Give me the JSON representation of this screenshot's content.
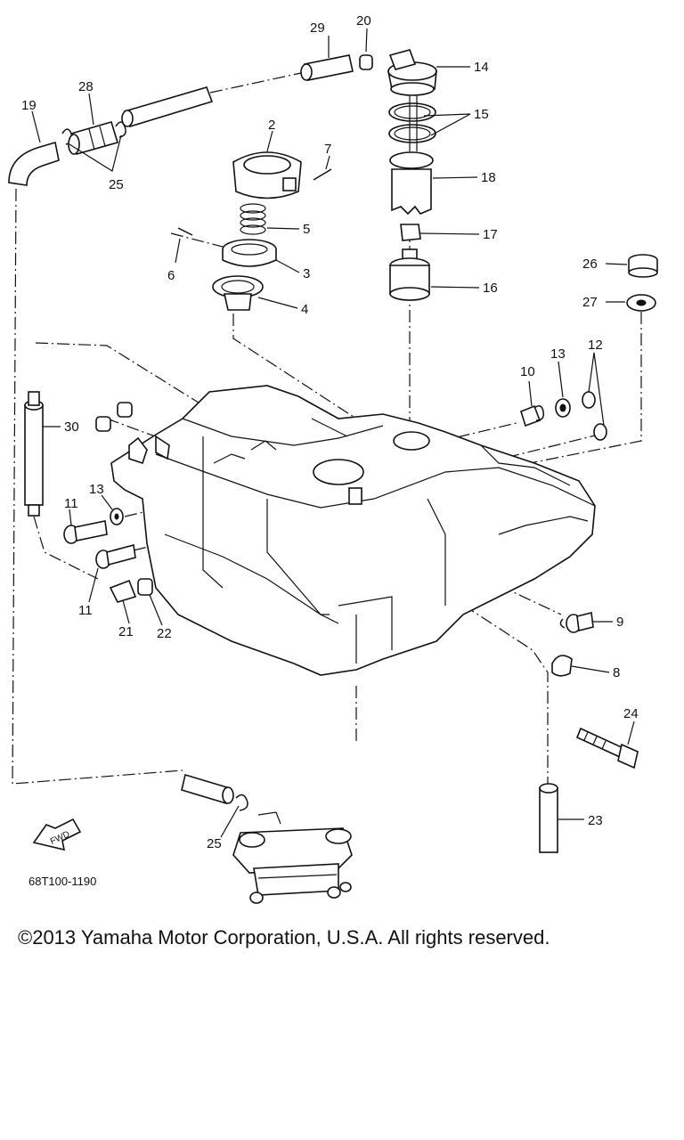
{
  "diagram": {
    "callouts": [
      "29",
      "20",
      "14",
      "28",
      "19",
      "15",
      "2",
      "7",
      "25",
      "18",
      "5",
      "17",
      "6",
      "3",
      "26",
      "4",
      "16",
      "27",
      "10",
      "13",
      "12",
      "30",
      "13",
      "11",
      "11",
      "21",
      "22",
      "9",
      "8",
      "24",
      "23",
      "25"
    ],
    "fwd_label": "FWD",
    "code": "68T100-1190"
  },
  "footer": {
    "copyright": "©2013 Yamaha Motor Corporation, U.S.A. All rights reserved."
  }
}
